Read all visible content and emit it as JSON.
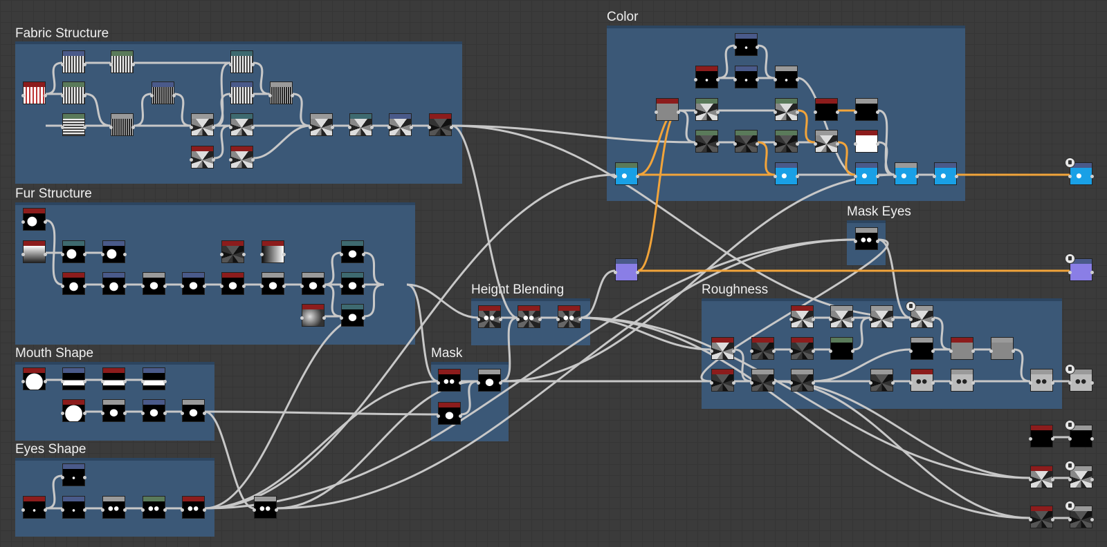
{
  "app": {
    "name": "Material graph editor",
    "view": "node-graph"
  },
  "frames": [
    {
      "id": "fabric",
      "title": "Fabric Structure"
    },
    {
      "id": "fur",
      "title": "Fur Structure"
    },
    {
      "id": "mouth",
      "title": "Mouth Shape"
    },
    {
      "id": "eyes",
      "title": "Eyes Shape"
    },
    {
      "id": "color",
      "title": "Color"
    },
    {
      "id": "mask-eyes",
      "title": "Mask Eyes"
    },
    {
      "id": "height",
      "title": "Height Blending"
    },
    {
      "id": "mask",
      "title": "Mask"
    },
    {
      "id": "roughness",
      "title": "Roughness"
    }
  ],
  "colors": {
    "frame": "#3b5877",
    "wire": "#c8c8c8",
    "wire_highlight": "#f2a43a",
    "header_red": "#8c1c1c",
    "header_blue": "#4a5a8a",
    "header_green": "#5a7a5a",
    "header_teal": "#3e6a70",
    "header_gray": "#9a9a9a",
    "output_blue": "#19a0e6",
    "output_violet": "#8a7ee6"
  },
  "icons": {
    "output_badge": "output-node-icon",
    "frame_toggle": "pin-icon"
  }
}
